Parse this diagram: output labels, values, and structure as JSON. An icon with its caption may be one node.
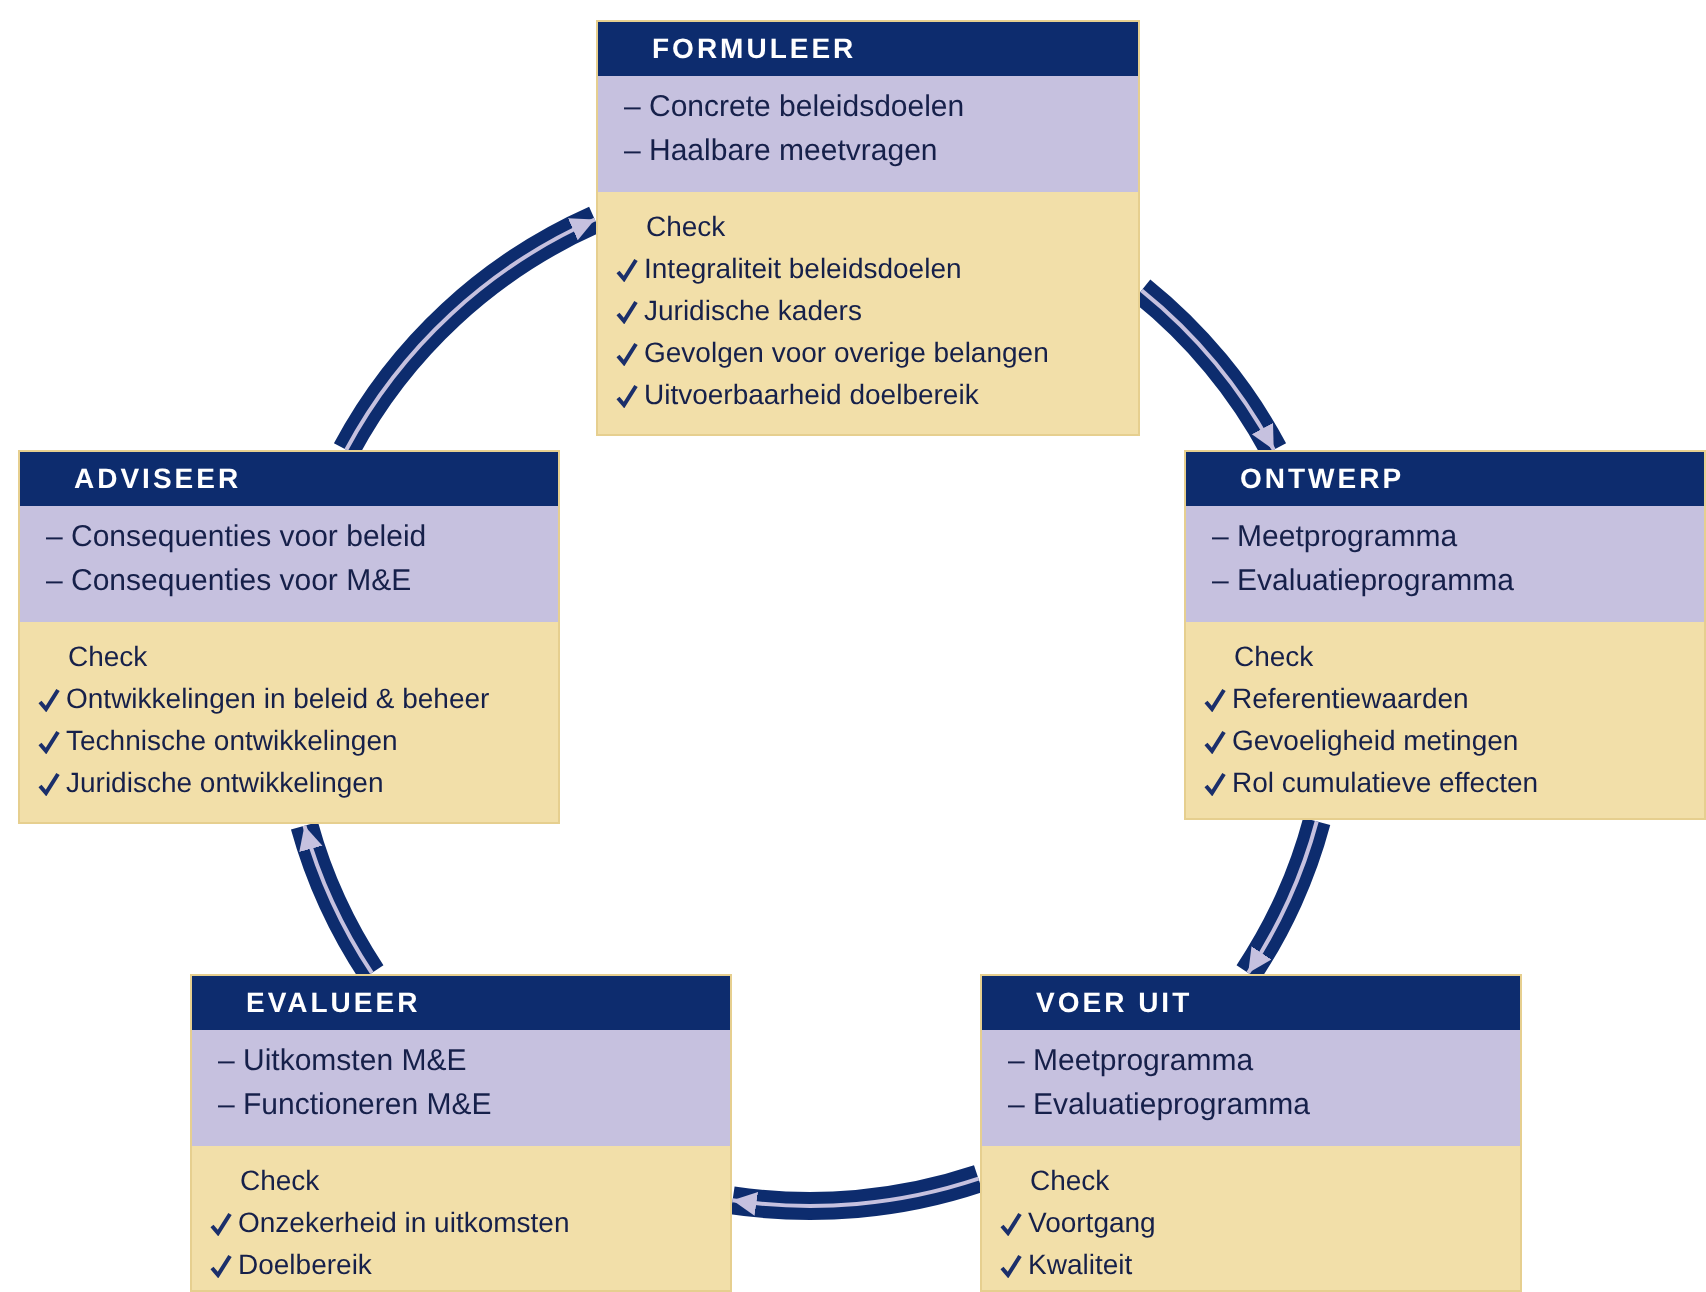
{
  "diagram": {
    "nodes": [
      {
        "text": [
          "FORMULEER"
        ]
      },
      {
        "text": [
          "– Concrete beleidsdoelen",
          "– Haalbare meetvragen"
        ],
        "in": 0
      },
      {
        "text": [
          "Check",
          "Integraliteit beleidsdoelen",
          "Juridische kaders",
          "Gevolgen voor overige belangen",
          "Uitvoerbaarheid doelbereik"
        ],
        "in": 0
      },
      {
        "text": [
          "ADVISEER"
        ]
      },
      {
        "text": [
          "– Consequenties voor beleid",
          "– Consequenties voor M&E"
        ],
        "in": 3
      },
      {
        "text": [
          "Check",
          "Ontwikkelingen in beleid & beheer",
          "Technische ontwikkelingen",
          "Juridische ontwikkelingen"
        ],
        "in": 3
      },
      {
        "text": [
          "ONTWERP"
        ]
      },
      {
        "text": [
          "– Meetprogramma",
          "– Evaluatieprogramma"
        ],
        "in": 6
      },
      {
        "text": [
          "Check",
          "Referentiewaarden",
          "Gevoeligheid metingen",
          "Rol cumulatieve effecten"
        ],
        "in": 6
      },
      {
        "text": [
          "EVALUEER"
        ]
      },
      {
        "text": [
          "– Uitkomsten M&E",
          "– Functioneren M&E"
        ],
        "in": 9
      },
      {
        "text": [
          "Check",
          "Onzekerheid in uitkomsten",
          "Doelbereik"
        ],
        "in": 9
      },
      {
        "text": [
          "VOER UIT"
        ]
      },
      {
        "text": [
          "– Meetprogramma",
          "– Evaluatieprogramma"
        ],
        "in": 12
      },
      {
        "text": [
          "Check",
          "Voortgang",
          "Kwaliteit"
        ],
        "in": 12
      }
    ],
    "edges": [
      {
        "from": 2,
        "to": 6,
        "arrow": "to"
      },
      {
        "from": 8,
        "to": 12,
        "arrow": "to"
      },
      {
        "from": 14,
        "to": 11,
        "arrow": "to"
      },
      {
        "from": 9,
        "to": 5,
        "arrow": "to"
      },
      {
        "from": 3,
        "to": 2,
        "arrow": "to"
      }
    ]
  }
}
